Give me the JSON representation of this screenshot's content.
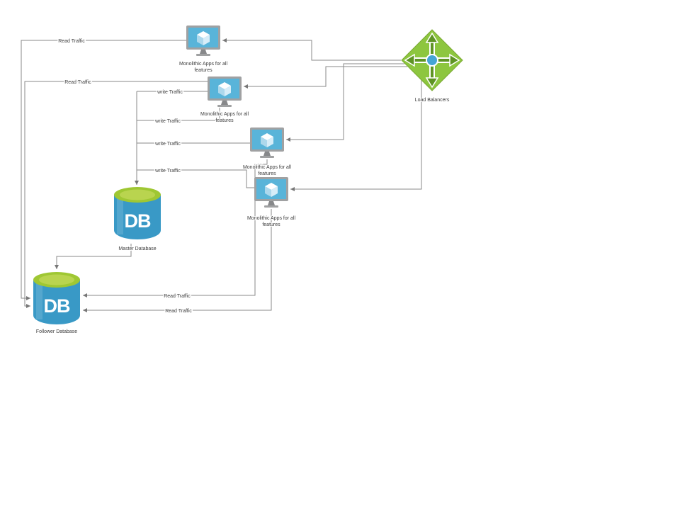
{
  "diagram": {
    "db_text": "DB",
    "nodes": {
      "app1": {
        "caption_line1": "Monolithic Apps for all",
        "caption_line2": "features"
      },
      "app2": {
        "caption_line1": "Monolithic Apps for all",
        "caption_line2": "features"
      },
      "app3": {
        "caption_line1": "Monolithic Apps for all",
        "caption_line2": "features"
      },
      "app4": {
        "caption_line1": "Monolithic Apps for all",
        "caption_line2": "features"
      },
      "load_balancer": {
        "caption": "Load Balancers"
      },
      "master_db": {
        "caption": "Master Database"
      },
      "follower_db": {
        "caption": "Follower Database"
      }
    },
    "edges": {
      "read_app1": "Read Traffic",
      "read_app2": "Read Traffic",
      "read_app3": "Read Traffic",
      "read_app4": "Read Traffic",
      "write_app1": "write Traffic",
      "write_app2": "write Traffic",
      "write_app3": "write Traffic",
      "write_app4": "write Traffic"
    },
    "colors": {
      "lb_green": "#8dc63f",
      "lb_arrow_green": "#5e9424",
      "lb_center_blue": "#45a5d5",
      "monitor_frame_grey": "#a0a1a2",
      "screen_blue": "#59b4d9",
      "db_body_blue": "#3999c6",
      "db_top_green": "#9fc733",
      "connector_grey": "#8a8a8a",
      "label_text": "#3c3c3c"
    }
  }
}
